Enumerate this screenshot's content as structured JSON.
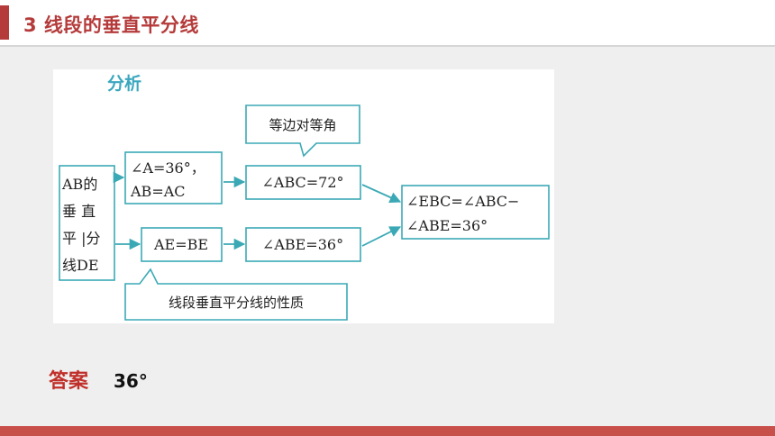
{
  "header": {
    "title": "3 线段的垂直平分线"
  },
  "diagram": {
    "heading": "分析",
    "start_lines": [
      "AB的",
      "垂 直",
      "平 |分",
      "线DE"
    ],
    "box_a1_lines": [
      "∠A=36°，",
      "AB=AC"
    ],
    "box_a2": "∠ABC=72°",
    "box_b1": "AE=BE",
    "box_b2": "∠ABE=36°",
    "final_lines": [
      "∠EBC=∠ABC−",
      "∠ABE=36°"
    ],
    "callout_top": "等边对等角",
    "callout_bottom": "线段垂直平分线的性质"
  },
  "answer": {
    "label": "答案",
    "value": "36°"
  },
  "colors": {
    "accent": "#b53a3a",
    "box_border": "#3ba9b5",
    "heading": "#3aa7bf"
  }
}
